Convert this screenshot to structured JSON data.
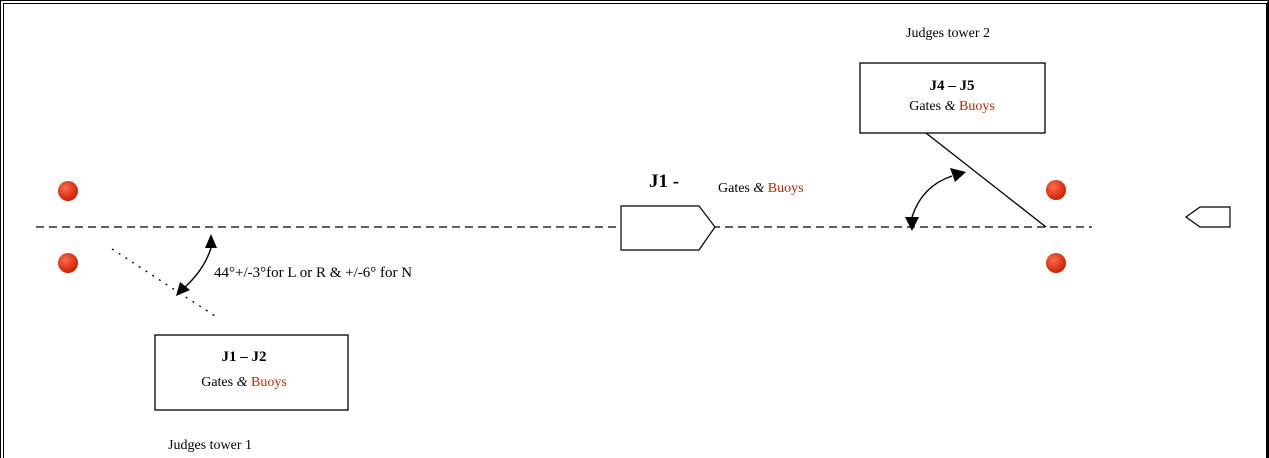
{
  "colors": {
    "buoy_fill": "#cc2200",
    "buoy_highlight": "#ff6a4d",
    "buoys_text": "#cc2200",
    "line": "#000000",
    "background": "#ffffff"
  },
  "tower1": {
    "caption": "Judges tower  1",
    "box_title": "J1 – J2",
    "gates_text": "Gates ",
    "amp": "&",
    "buoys_text": "Buoys"
  },
  "tower2": {
    "caption": "Judges tower  2",
    "box_title": "J4 – J5",
    "gates_text": "Gates ",
    "amp": "&",
    "buoys_text": "Buoys"
  },
  "center_label": {
    "title": "J1 -",
    "gates_text": "Gates ",
    "amp": "&",
    "buoys_text": "Buoys"
  },
  "angle_note": "44°+/-3°for L or R & +/-6° for N",
  "icons": {
    "boat_center": "boat-icon",
    "boat_right": "boat-icon",
    "buoy": "buoy-icon",
    "arrow": "curved-double-arrow-icon"
  }
}
